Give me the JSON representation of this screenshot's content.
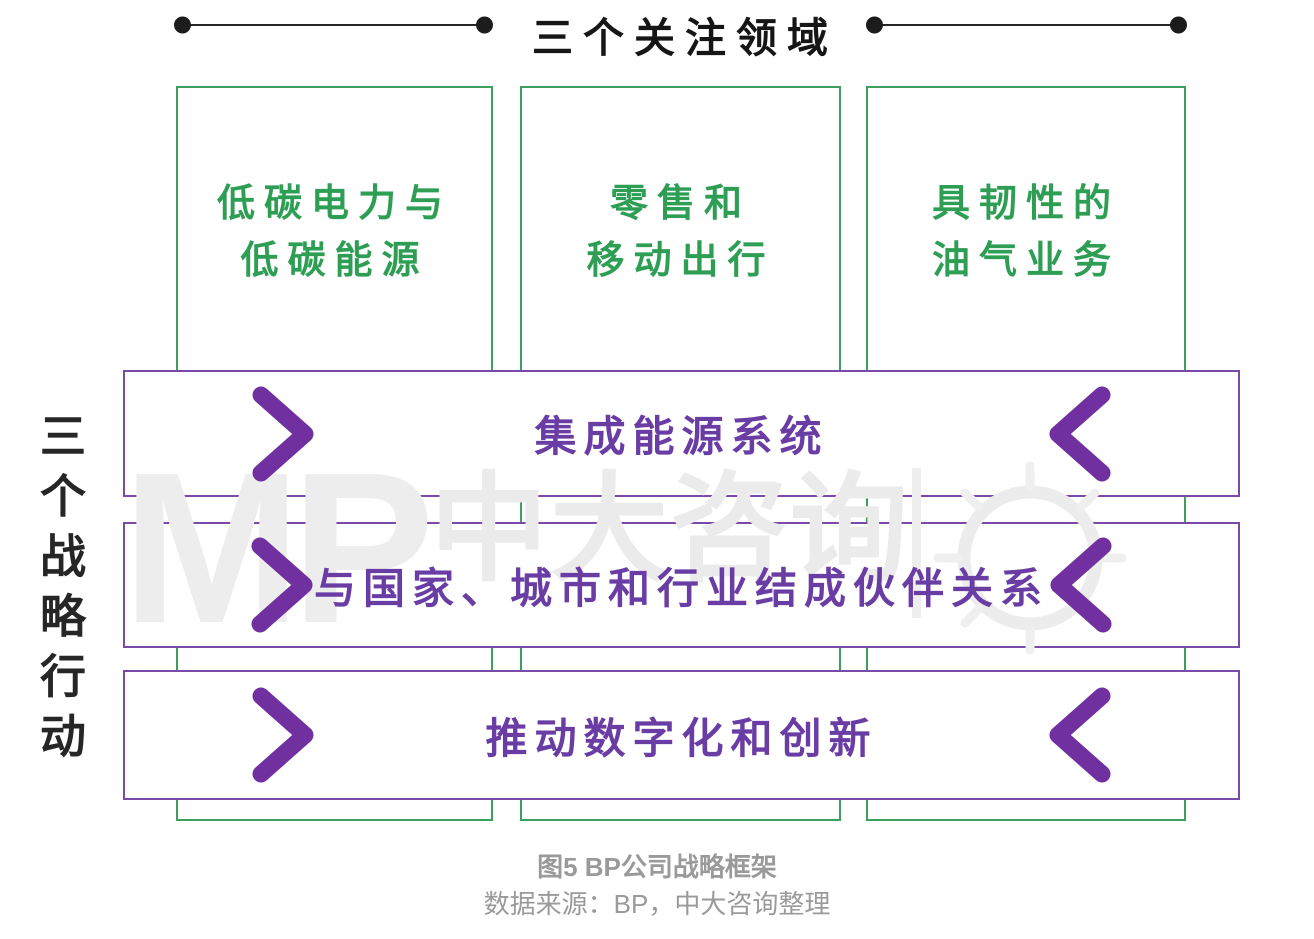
{
  "header": {
    "title": "三个关注领域"
  },
  "side": {
    "label": "三个战略行动"
  },
  "focus_areas": [
    {
      "line1": "低碳电力与",
      "line2": "低碳能源"
    },
    {
      "line1": "零售和",
      "line2": "移动出行"
    },
    {
      "line1": "具韧性的",
      "line2": "油气业务"
    }
  ],
  "actions": [
    {
      "label": "集成能源系统"
    },
    {
      "label": "与国家、城市和行业结成伙伴关系"
    },
    {
      "label": "推动数字化和创新"
    }
  ],
  "watermark": {
    "letters": "MP",
    "text": "中大咨询"
  },
  "caption": {
    "title": "图5  BP公司战略框架",
    "source": "数据来源：BP，中大咨询整理"
  },
  "colors": {
    "green": "#3ba15d",
    "green_text": "#2f9e55",
    "purple": "#7030a0",
    "purple_border": "#7a4aa8",
    "purple_text": "#6a3da5",
    "dark_text": "#1c1c1c",
    "caption_gray": "#9a9a9a",
    "watermark_gray": "#ebebeb"
  }
}
